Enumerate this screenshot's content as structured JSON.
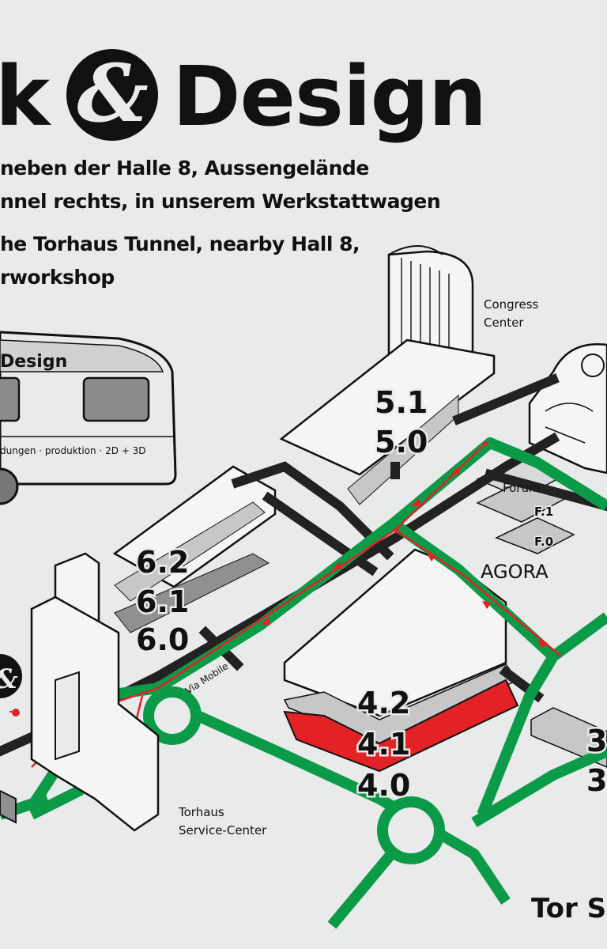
{
  "heading": {
    "part1": "k",
    "amp": "&",
    "part2": "Design"
  },
  "description": {
    "de_line1": "neben der Halle 8, Aussengelände",
    "de_line2": "nnel rechts, in unserem Werkstattwagen",
    "en_line1": "he Torhaus Tunnel, nearby Hall 8,",
    "en_line2": "rworkshop"
  },
  "trailer": {
    "title": "Design",
    "tagline": "dungen · produktion · 2D + 3D"
  },
  "places": {
    "congress_center": [
      "Congress",
      "Center"
    ],
    "torhaus": [
      "Torhaus",
      "Service-Center"
    ],
    "agora": "AGORA",
    "forum": "Forum",
    "forum_f1": "F.1",
    "forum_f0": "F.0",
    "via_mobile": "Via Mobile",
    "tor_sued": "Tor Sü"
  },
  "halls": {
    "hall5": [
      "5.1",
      "5.0"
    ],
    "hall6": [
      "6.2",
      "6.1",
      "6.0"
    ],
    "hall4": [
      "4.2",
      "4.1",
      "4.0"
    ],
    "hall3": [
      "3",
      "3"
    ]
  },
  "colors": {
    "background": "#e9eaea",
    "route_green": "#0b9a48",
    "highlight_red": "#e32226",
    "road_black": "#222222",
    "hall_grey": "#c6c7c8",
    "hall_dark": "#8f9091"
  },
  "icons": [
    "location-marker-icon",
    "ampersand-logo-icon"
  ]
}
